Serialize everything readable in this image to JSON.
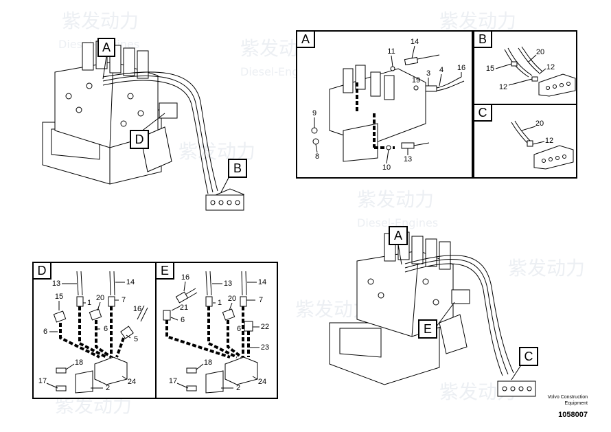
{
  "views": {
    "main_top": {
      "callouts": [
        "A",
        "D",
        "B"
      ]
    },
    "detail_A": {
      "title": "A",
      "parts": [
        "14",
        "11",
        "19",
        "3",
        "4",
        "16",
        "9",
        "8",
        "10",
        "13"
      ]
    },
    "detail_B": {
      "title": "B",
      "parts": [
        "20",
        "15",
        "12",
        "12"
      ]
    },
    "detail_C": {
      "title": "C",
      "parts": [
        "20",
        "12"
      ]
    },
    "detail_D": {
      "title": "D",
      "parts": [
        "13",
        "14",
        "15",
        "1",
        "20",
        "7",
        "16",
        "6",
        "6",
        "5",
        "18",
        "17",
        "2",
        "24"
      ]
    },
    "detail_E": {
      "title": "E",
      "parts": [
        "16",
        "13",
        "14",
        "21",
        "1",
        "20",
        "7",
        "6",
        "6",
        "22",
        "23",
        "18",
        "17",
        "2",
        "24"
      ]
    },
    "main_bottom": {
      "callouts": [
        "A",
        "E",
        "C"
      ]
    }
  },
  "watermark": {
    "cn": "紫发动力",
    "en": "Diesel-Engines"
  },
  "footer": {
    "line1": "Volvo Construction",
    "line2": "Equipment",
    "code": "1058007"
  }
}
